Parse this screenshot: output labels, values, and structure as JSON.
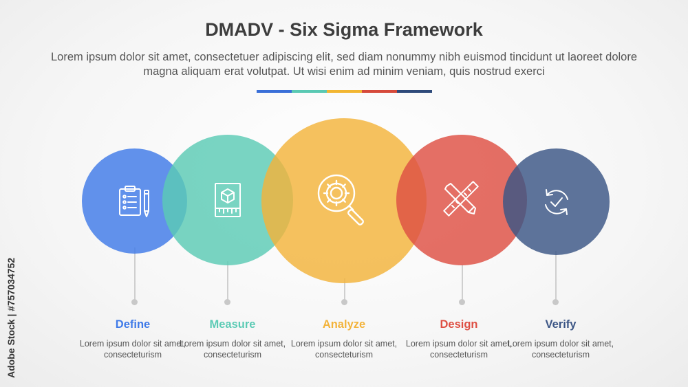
{
  "title": "DMADV - Six Sigma Framework",
  "subtitle": "Lorem ipsum dolor sit amet, consectetuer adipiscing elit, sed diam nonummy nibh euismod tincidunt ut laoreet dolore magna aliquam erat volutpat. Ut wisi enim ad minim veniam, quis nostrud exerci",
  "divider_colors": [
    "#3a6fd8",
    "#5ac9b3",
    "#f2b632",
    "#d64a3b",
    "#2e4a7a"
  ],
  "steps": [
    {
      "label": "Define",
      "desc": "Lorem ipsum dolor sit amet, consecteturism",
      "color": "#3f7ae8",
      "icon": "clipboard-pencil-icon"
    },
    {
      "label": "Measure",
      "desc": "Lorem ipsum dolor sit amet, consecteturism",
      "color": "#5ccbb5",
      "icon": "box-ruler-icon"
    },
    {
      "label": "Analyze",
      "desc": "Lorem ipsum dolor sit amet, consecteturism",
      "color": "#f3b33a",
      "icon": "gear-magnifier-icon"
    },
    {
      "label": "Design",
      "desc": "Lorem ipsum dolor sit amet, consecteturism",
      "color": "#de4f43",
      "icon": "pencil-ruler-icon"
    },
    {
      "label": "Verify",
      "desc": "Lorem ipsum dolor sit amet, consecteturism",
      "color": "#3b5585",
      "icon": "refresh-check-icon"
    }
  ],
  "watermark": "Adobe Stock | #757034752"
}
